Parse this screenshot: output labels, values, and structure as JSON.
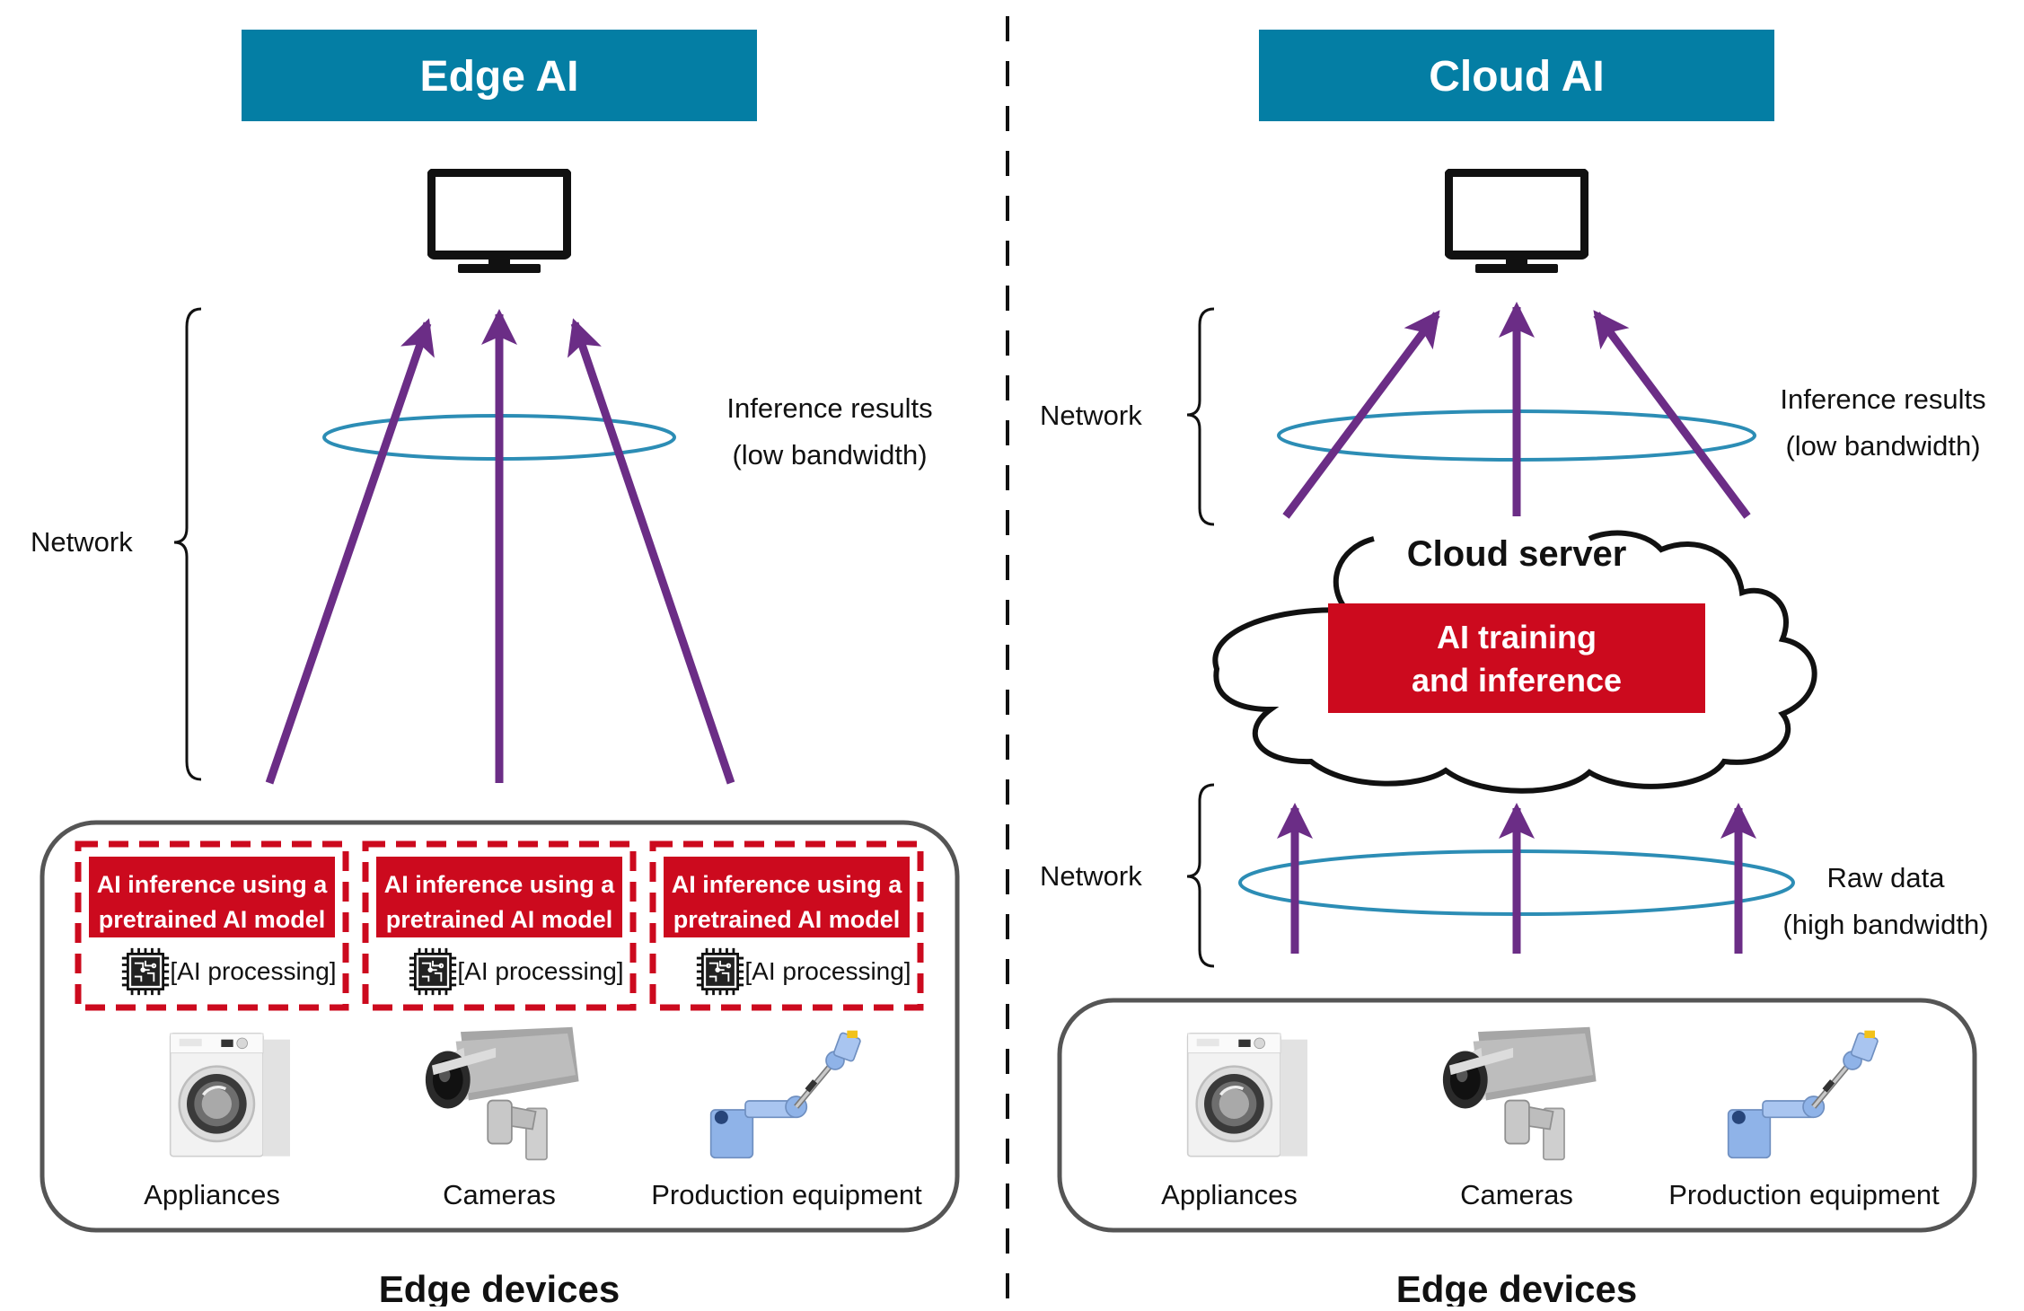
{
  "colors": {
    "header_bg": "#047ea4",
    "header_text": "#ffffff",
    "arrow": "#6b2d86",
    "ring": "#2c8db5",
    "ai_box": "#cc0a1e",
    "ai_box_text": "#ffffff",
    "outline": "#555555",
    "divider": "#111111"
  },
  "left": {
    "title": "Edge AI",
    "network_label": "Network",
    "inference_label_line1": "Inference results",
    "inference_label_line2": "(low bandwidth)",
    "ai_boxes": [
      {
        "line1": "AI inference using a",
        "line2": "pretrained AI model",
        "processing": "[AI processing]"
      },
      {
        "line1": "AI inference using a",
        "line2": "pretrained AI model",
        "processing": "[AI processing]"
      },
      {
        "line1": "AI inference using a",
        "line2": "pretrained AI model",
        "processing": "[AI processing]"
      }
    ],
    "devices": [
      "Appliances",
      "Cameras",
      "Production equipment"
    ],
    "devices_caption": "Edge devices",
    "icons": [
      "monitor-icon",
      "chip-icon",
      "washing-machine-icon",
      "security-camera-icon",
      "robot-arm-icon"
    ]
  },
  "right": {
    "title": "Cloud AI",
    "network_top_label": "Network",
    "inference_label_line1": "Inference results",
    "inference_label_line2": "(low bandwidth)",
    "cloud_label": "Cloud server",
    "cloud_box_line1": "AI training",
    "cloud_box_line2": "and inference",
    "network_bottom_label": "Network",
    "raw_label_line1": "Raw data",
    "raw_label_line2": "(high bandwidth)",
    "devices": [
      "Appliances",
      "Cameras",
      "Production equipment"
    ],
    "devices_caption": "Edge devices",
    "icons": [
      "monitor-icon",
      "cloud-icon",
      "washing-machine-icon",
      "security-camera-icon",
      "robot-arm-icon"
    ]
  }
}
